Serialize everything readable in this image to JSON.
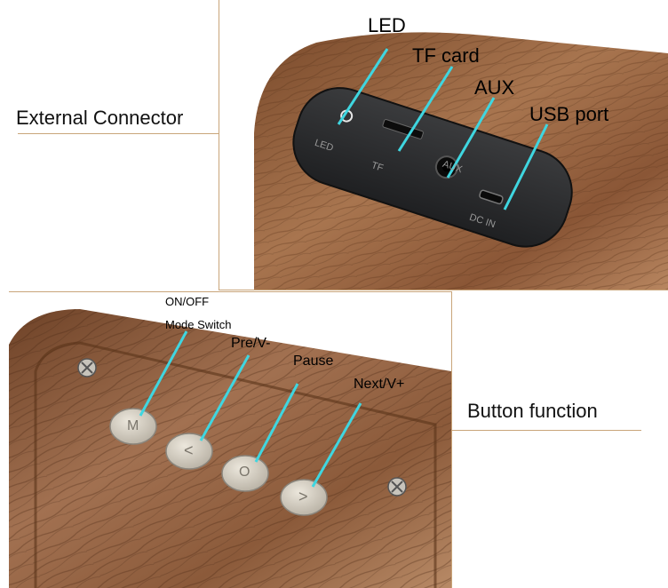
{
  "top_section": {
    "caption": "External Connector",
    "labels": {
      "led": "LED",
      "tf_card": "TF card",
      "aux": "AUX",
      "usb": "USB port"
    },
    "panel_print": {
      "led": "LED",
      "tf": "TF",
      "aux": "AUX",
      "dc_in": "DC IN"
    }
  },
  "bottom_section": {
    "caption": "Button function",
    "labels": {
      "on_off": "ON/OFF",
      "mode_switch": "Mode Switch",
      "pre": "Pre/V-",
      "pause": "Pause",
      "next": "Next/V+"
    },
    "button_glyphs": {
      "mode": "M",
      "prev": "<",
      "pause": "O",
      "next": ">"
    }
  },
  "colors": {
    "wood_dark": "#6b4024",
    "wood_light": "#b98660",
    "panel": "#2d2e30",
    "callout_line": "#3fd6e0",
    "rule": "#c9a57a",
    "button": "#d8d2c6"
  }
}
